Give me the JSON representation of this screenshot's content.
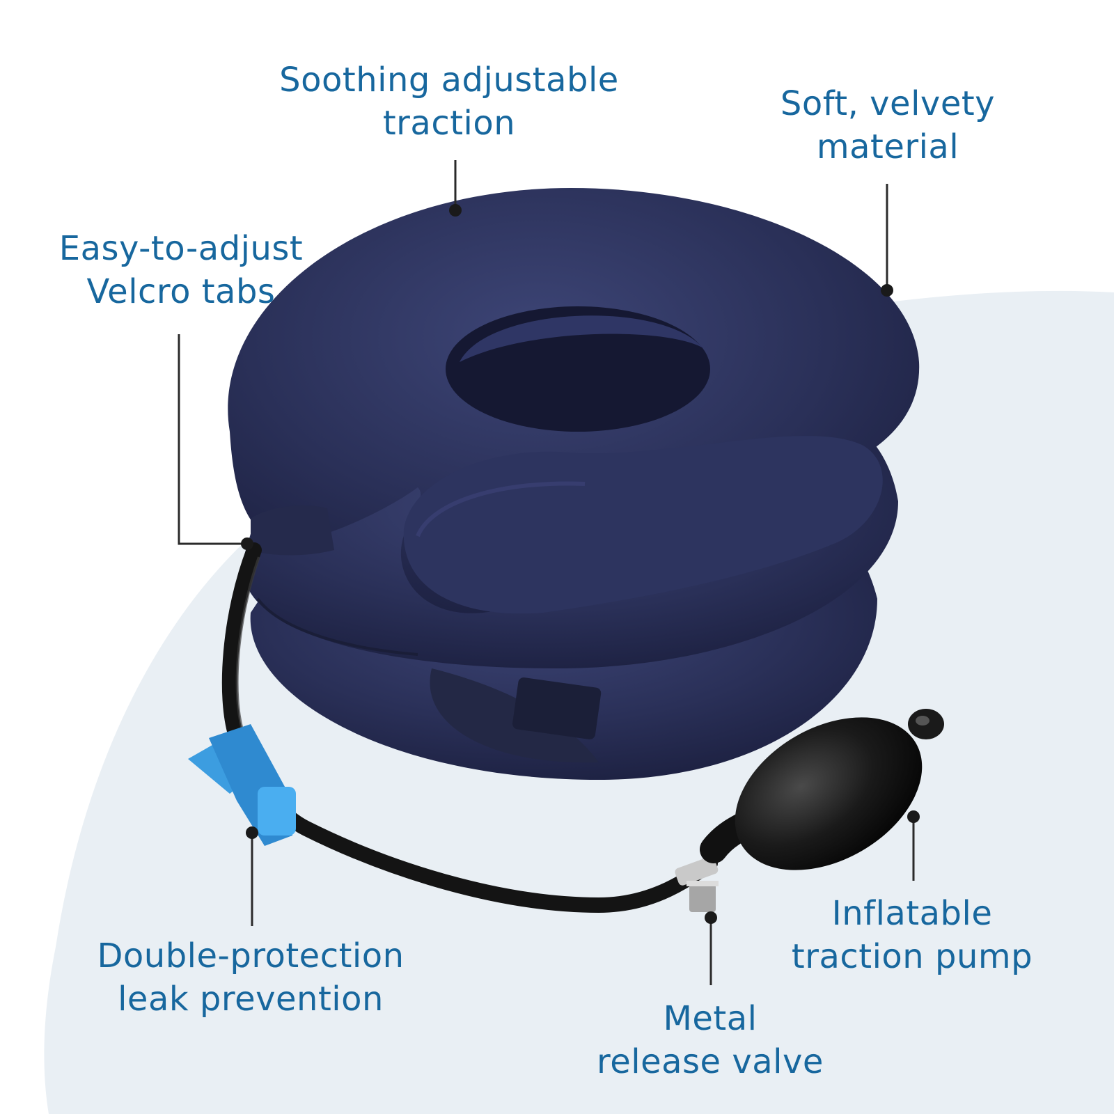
{
  "colors": {
    "label_text": "#17679e",
    "callout_line": "#2a2a2a",
    "background_blob": "#e9eff4",
    "pillow": "#2a2f55",
    "valve_clip": "#3c9de0",
    "pump_bulb": "#111111"
  },
  "product": {
    "name": "neck-traction-pillow-image"
  },
  "callouts": {
    "traction": {
      "line1": "Soothing adjustable",
      "line2": "traction"
    },
    "material": {
      "line1": "Soft, velvety",
      "line2": "material"
    },
    "velcro": {
      "line1": "Easy-to-adjust",
      "line2": "Velcro tabs"
    },
    "leak": {
      "line1": "Double-protection",
      "line2": "leak prevention"
    },
    "pump": {
      "line1": "Inflatable",
      "line2": "traction pump"
    },
    "valve": {
      "line1": "Metal",
      "line2": "release valve"
    }
  }
}
